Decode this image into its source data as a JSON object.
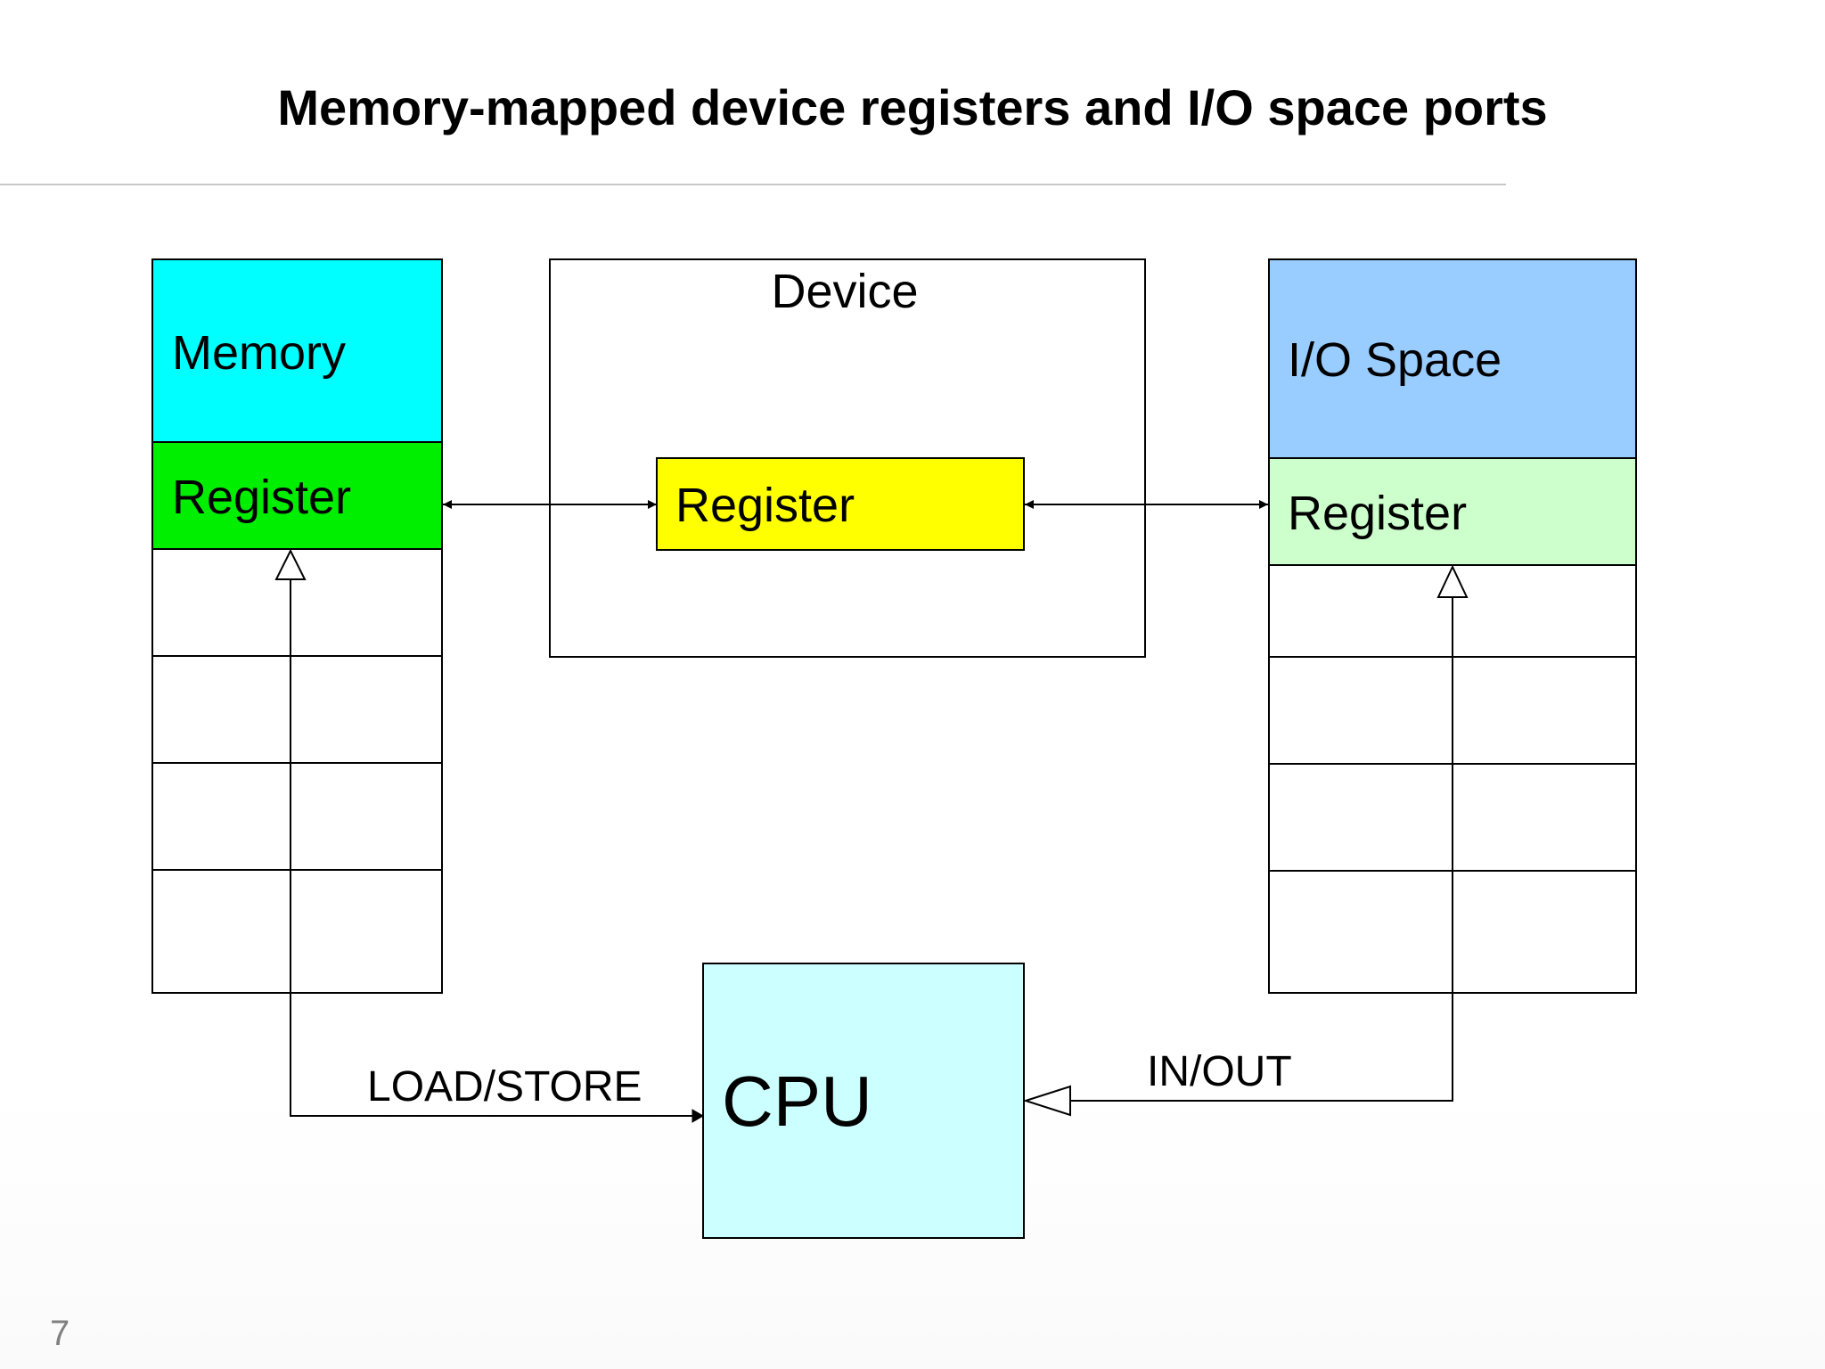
{
  "slide": {
    "title": "Memory-mapped device registers and I/O space ports",
    "page_number": "7"
  },
  "diagram": {
    "memory": {
      "label": "Memory",
      "register_label": "Register",
      "color": "#00ffff",
      "register_color": "#00ee00"
    },
    "device": {
      "label": "Device",
      "register_label": "Register",
      "register_color": "#ffff00"
    },
    "io_space": {
      "label": "I/O Space",
      "register_label": "Register",
      "color": "#99ccff",
      "register_color": "#ccffcc"
    },
    "cpu": {
      "label": "CPU",
      "color": "#ccffff"
    },
    "connections": {
      "load_store_label": "LOAD/STORE",
      "in_out_label": "IN/OUT"
    }
  }
}
